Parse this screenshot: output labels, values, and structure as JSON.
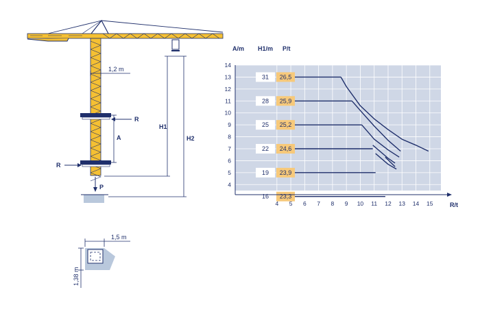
{
  "crane": {
    "dims": {
      "mast_width": "1,2 m",
      "h1": "H1",
      "h2": "H2",
      "a": "A"
    },
    "forces": {
      "r_upper": "R",
      "r_lower": "R",
      "p": "P"
    },
    "base": {
      "width": "1,5 m",
      "depth": "1,38 m"
    },
    "colors": {
      "steel": "#f5c033",
      "outline": "#1f2f6b",
      "dimension": "#1f2f6b",
      "foundation": "#b9c8dc"
    }
  },
  "chart_data": {
    "type": "table",
    "headers": {
      "a": "A/m",
      "h1": "H1/m",
      "p": "P/t",
      "r": "R/t"
    },
    "y_ticks": [
      "4",
      "5",
      "6",
      "7",
      "8",
      "9",
      "10",
      "11",
      "12",
      "13",
      "14"
    ],
    "x_ticks": [
      "4",
      "5",
      "6",
      "7",
      "8",
      "9",
      "10",
      "11",
      "12",
      "13",
      "14",
      "15"
    ],
    "rows": [
      {
        "a": 13,
        "h1": "31",
        "p": "26,5"
      },
      {
        "a": 11,
        "h1": "28",
        "p": "25,9"
      },
      {
        "a": 9,
        "h1": "25",
        "p": "25,2"
      },
      {
        "a": 7,
        "h1": "22",
        "p": "24,6"
      },
      {
        "a": 5,
        "h1": "19",
        "p": "23,9"
      },
      {
        "a": 3,
        "h1": "16",
        "p": "23,3"
      }
    ],
    "curves": [
      {
        "a": 13,
        "points": [
          [
            8.6,
            13
          ],
          [
            9,
            12.2
          ],
          [
            10,
            10.6
          ],
          [
            11,
            9.5
          ],
          [
            12,
            8.6
          ],
          [
            13,
            7.8
          ],
          [
            14,
            7.3
          ],
          [
            14.9,
            6.8
          ]
        ]
      },
      {
        "a": 11,
        "points": [
          [
            9.4,
            11
          ],
          [
            10,
            10.2
          ],
          [
            11,
            8.9
          ],
          [
            12,
            7.7
          ],
          [
            12.9,
            6.8
          ]
        ]
      },
      {
        "a": 9,
        "points": [
          [
            10.1,
            9
          ],
          [
            11,
            7.8
          ],
          [
            12,
            6.9
          ],
          [
            12.8,
            6.3
          ]
        ]
      },
      {
        "a": 7,
        "points": [
          [
            10.9,
            7.3
          ],
          [
            12,
            6.2
          ],
          [
            12.5,
            5.8
          ]
        ]
      },
      {
        "a": 5,
        "points": [
          [
            11.1,
            6.6
          ],
          [
            12,
            5.7
          ],
          [
            12.6,
            5.3
          ]
        ]
      },
      {
        "a": 3,
        "points": [
          [
            11.8,
            6.3
          ],
          [
            12.5,
            5.5
          ]
        ]
      }
    ],
    "xlim": [
      1,
      15.8
    ],
    "ylim": [
      3.5,
      14
    ],
    "colors": {
      "plot_bg": "#cfd7e6",
      "grid": "#ffffff",
      "curve": "#1f2f6b",
      "p_cell": "#f7c97a",
      "h_cell": "#ffffff",
      "header_text": "#1f2f6b",
      "axis": "#1f2f6b"
    }
  }
}
